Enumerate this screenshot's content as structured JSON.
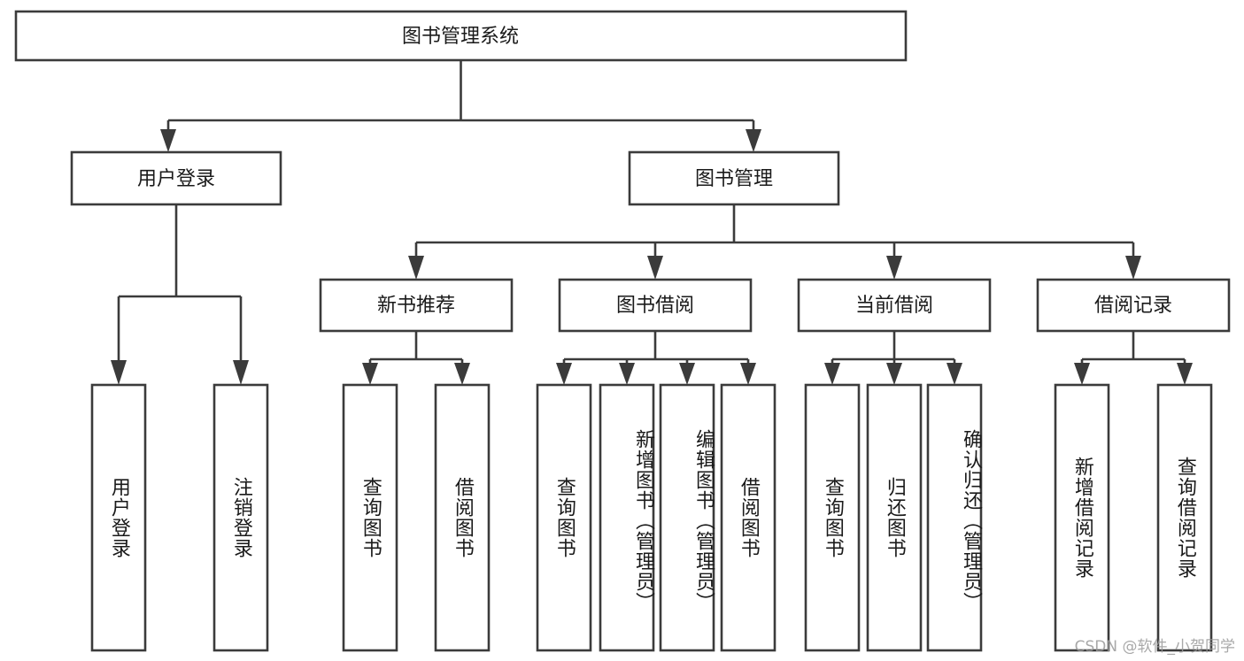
{
  "diagram": {
    "type": "tree-flowchart",
    "title": "图书管理系统",
    "orientation": "top-down",
    "watermark": "CSDN @软件_小贺同学",
    "colors": {
      "box_stroke": "#3b3b3b",
      "box_fill": "#ffffff",
      "text": "#1a1a1a",
      "background": "#ffffff",
      "watermark": "#9a9a9a"
    },
    "root": {
      "label": "图书管理系统"
    },
    "level2": [
      {
        "label": "用户登录"
      },
      {
        "label": "图书管理"
      }
    ],
    "level3": [
      {
        "label": "新书推荐"
      },
      {
        "label": "图书借阅"
      },
      {
        "label": "当前借阅"
      },
      {
        "label": "借阅记录"
      }
    ],
    "leaves": {
      "user_login": [
        {
          "label": "用户登录"
        },
        {
          "label": "注销登录"
        }
      ],
      "new_book_recommend": [
        {
          "label": "查询图书"
        },
        {
          "label": "借阅图书"
        }
      ],
      "book_borrow": [
        {
          "label": "查询图书"
        },
        {
          "label": "新增图书（管理员）"
        },
        {
          "label": "编辑图书（管理员）"
        },
        {
          "label": "借阅图书"
        }
      ],
      "current_borrow": [
        {
          "label": "查询图书"
        },
        {
          "label": "归还图书"
        },
        {
          "label": "确认归还（管理员）"
        }
      ],
      "borrow_record": [
        {
          "label": "新增借阅记录"
        },
        {
          "label": "查询借阅记录"
        }
      ]
    }
  }
}
